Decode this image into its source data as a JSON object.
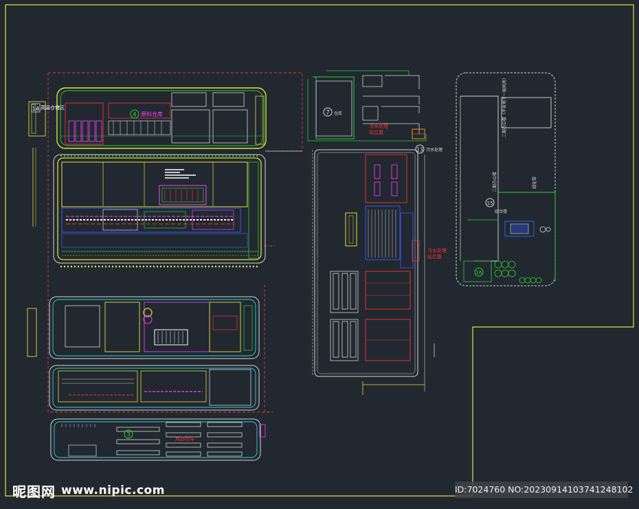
{
  "drawing": {
    "background": "#212830",
    "border_color": "#e2e23a",
    "labels": {
      "zone_14": "14",
      "zone_14_text": "高温仓储区",
      "zone_4": "4",
      "zone_4_text": "原料仓库",
      "zone_7": "7",
      "zone_7_text": "仓库",
      "zone_13": "13",
      "zone_13_text": "污水处理",
      "zone_3": "3",
      "zone_3_text": "成品仓库",
      "zone_15": "15",
      "zone_15_text": "综合楼",
      "zone_16": "16",
      "red_note_1_line1": "污水处理",
      "red_note_1_line2": "站位置",
      "red_note_2_line1": "污水处理",
      "red_note_2_line2": "站位置",
      "red_note_3": "成品仓库",
      "vertical_text_1": "二期办公楼（不含地下一层机房）",
      "vertical_text_2": "二期办公楼",
      "vertical_text_3": "绿化带"
    }
  },
  "watermark": {
    "site_name": "昵图网",
    "site_url": "www.nipic.com",
    "id_text": "ID:7024760 NO:20230914103741248102"
  }
}
